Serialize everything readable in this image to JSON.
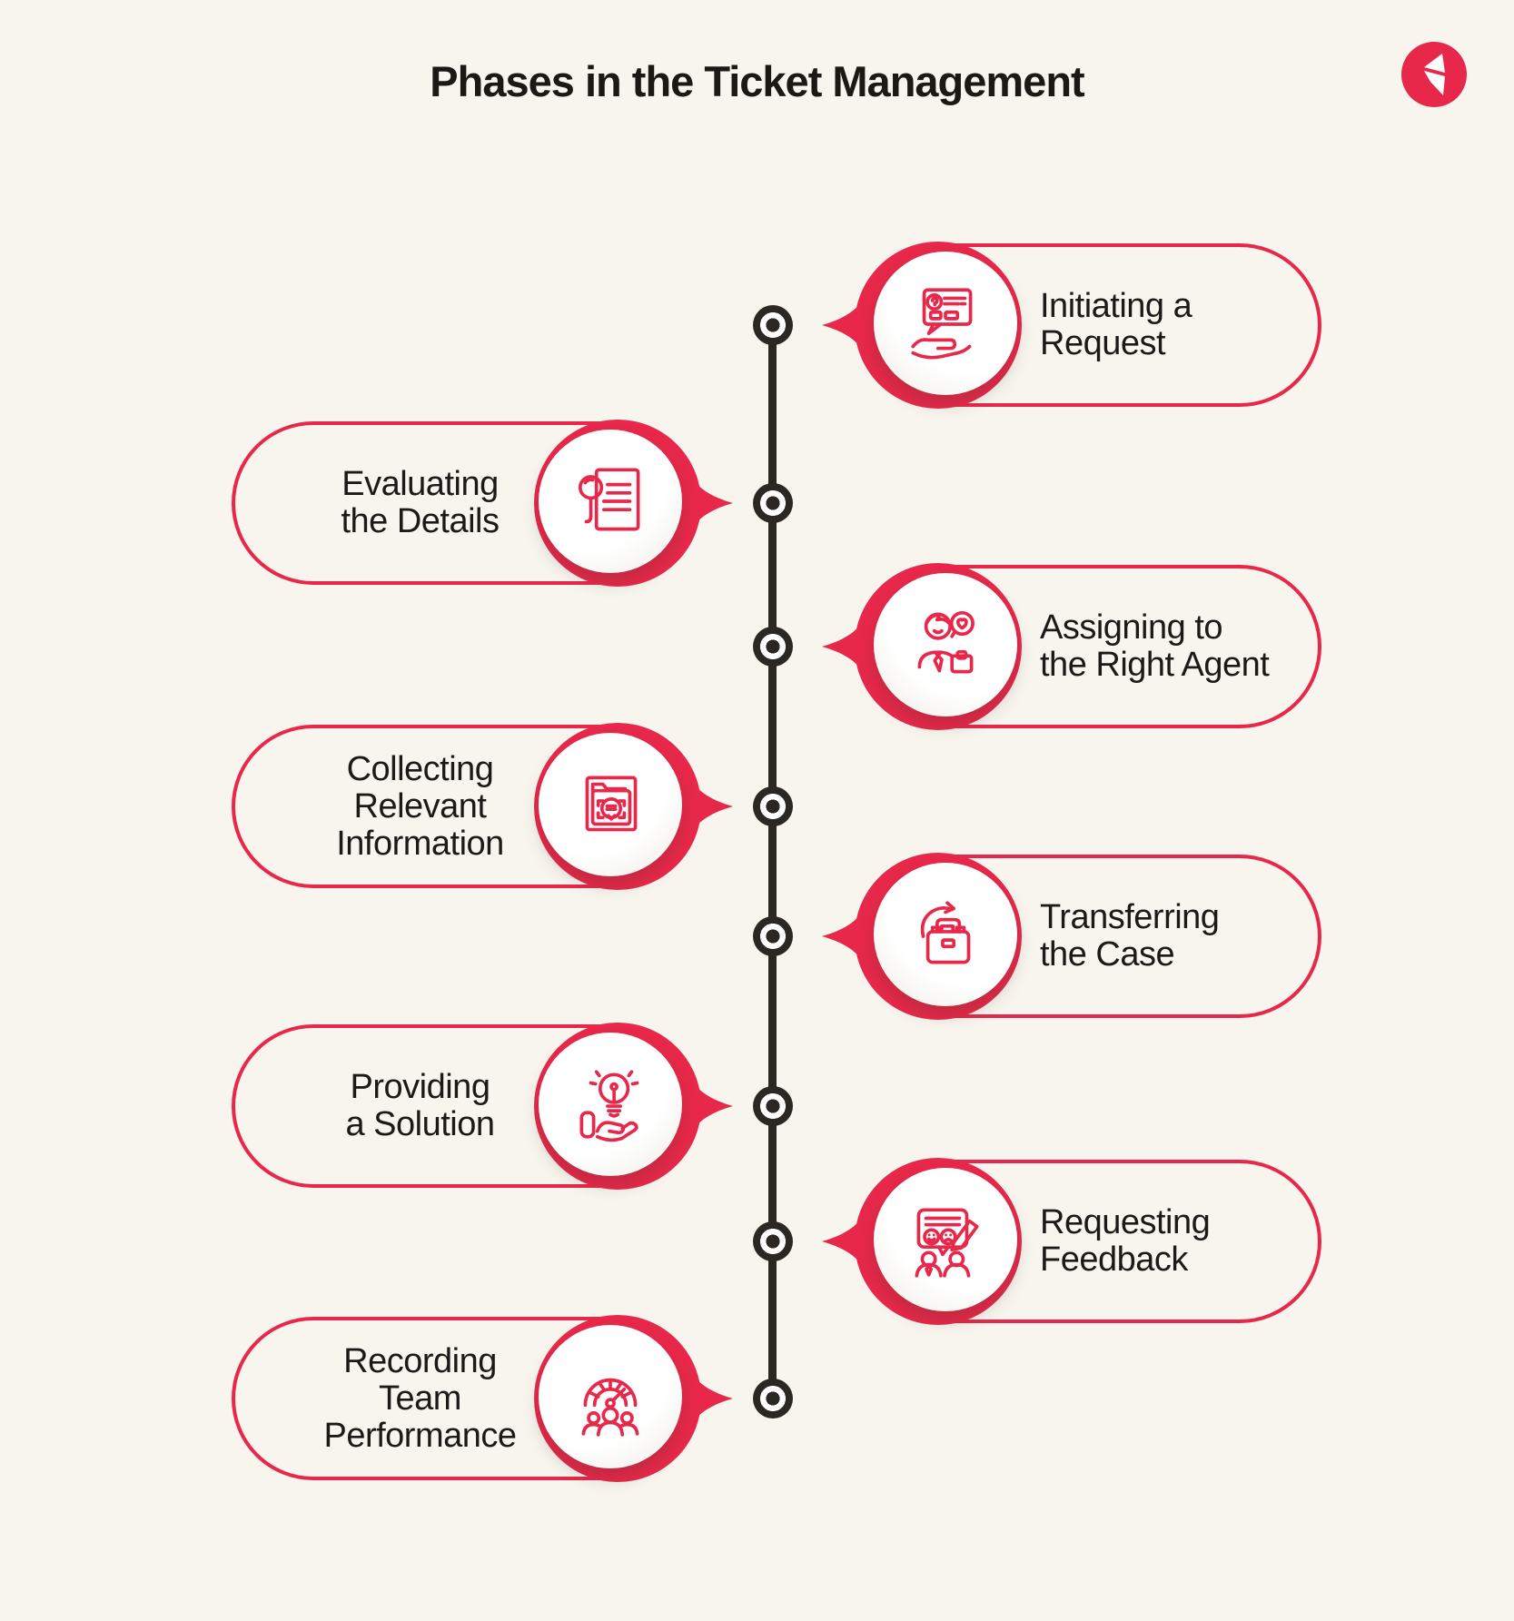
{
  "title": "Phases in the Ticket Management",
  "logo": {
    "icon": "brand-logo-icon"
  },
  "colors": {
    "background": "#f7f5ee",
    "accent_red": "#e8284a",
    "timeline_dark": "#2b2824",
    "text_ink": "#1c1a18"
  },
  "timeline": {
    "dot_count": 8,
    "orientation": "vertical"
  },
  "steps": [
    {
      "label": "Initiating a\nRequest",
      "side": "right",
      "icon": "request-hand-icon"
    },
    {
      "label": "Evaluating\nthe Details",
      "side": "left",
      "icon": "document-magnifier-icon"
    },
    {
      "label": "Assigning to\nthe Right Agent",
      "side": "right",
      "icon": "agent-heart-icon"
    },
    {
      "label": "Collecting\nRelevant\nInformation",
      "side": "left",
      "icon": "folder-info-icon"
    },
    {
      "label": "Transferring\nthe Case",
      "side": "right",
      "icon": "briefcase-transfer-icon"
    },
    {
      "label": "Providing\na Solution",
      "side": "left",
      "icon": "bulb-hand-icon"
    },
    {
      "label": "Requesting\nFeedback",
      "side": "right",
      "icon": "feedback-pencil-icon"
    },
    {
      "label": "Recording\nTeam\nPerformance",
      "side": "left",
      "icon": "gauge-team-icon"
    }
  ]
}
